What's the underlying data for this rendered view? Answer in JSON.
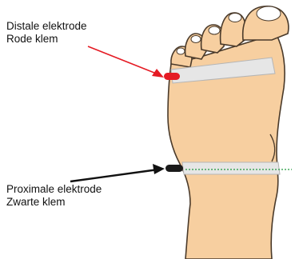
{
  "labels": {
    "distal": {
      "line1": "Distale elektrode",
      "line2": "Rode klem"
    },
    "proximal": {
      "line1": "Proximale elektrode",
      "line2": "Zwarte klem"
    }
  },
  "colors": {
    "skin": "#f7cfa0",
    "outline": "#4a3a2a",
    "nail": "#ffffff",
    "electrode_strip": "#e6e6e6",
    "distal_clamp": "#e51b24",
    "proximal_clamp": "#1a1a1a",
    "distal_arrow": "#e51b24",
    "proximal_arrow": "#111111",
    "band_dots": "#1f9a3c"
  }
}
